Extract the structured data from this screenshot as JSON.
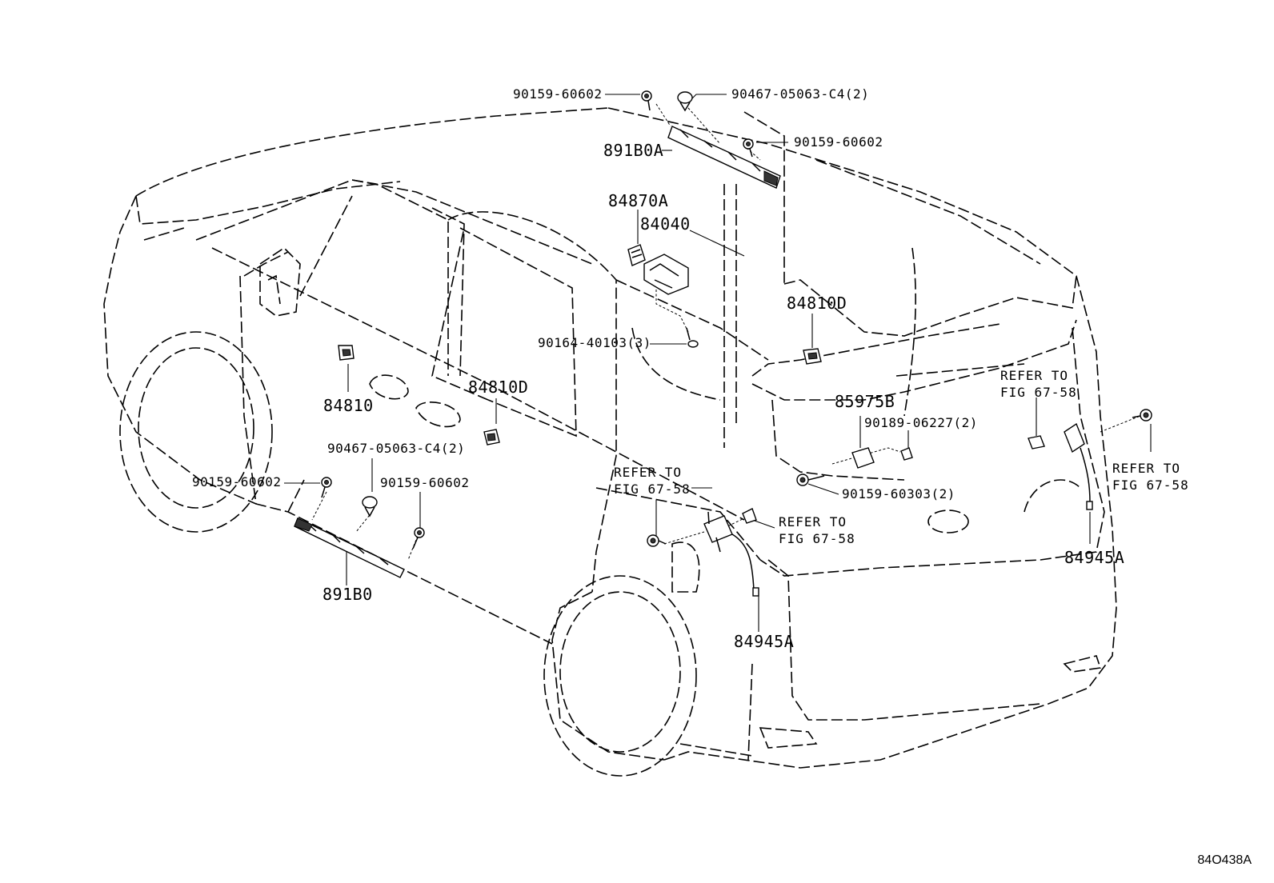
{
  "figure_id": "84O438A",
  "callouts": {
    "top_bolt_left": "90159-60602",
    "top_clip": "90467-05063-C4(2)",
    "top_bolt_right": "90159-60602",
    "roof_sensor": "891B0A",
    "module_connector": "84870A",
    "module": "84040",
    "module_screw": "90164-40103(3)",
    "rear_switch": "84810D",
    "door_switch_front": "84810",
    "door_switch_rear": "84810D",
    "bracket_nut": "90189-06227(2)",
    "back_door_part": "85975B",
    "back_door_screw": "90159-60303(2)",
    "side_clip": "90467-05063-C4(2)",
    "side_bolt_left": "90159-60602",
    "side_bolt_right": "90159-60602",
    "side_sensor": "891B0",
    "harness_center": "84945A",
    "harness_right": "84945A"
  },
  "references": {
    "refer_text": "REFER TO",
    "fig_text": "FIG 67-58"
  }
}
